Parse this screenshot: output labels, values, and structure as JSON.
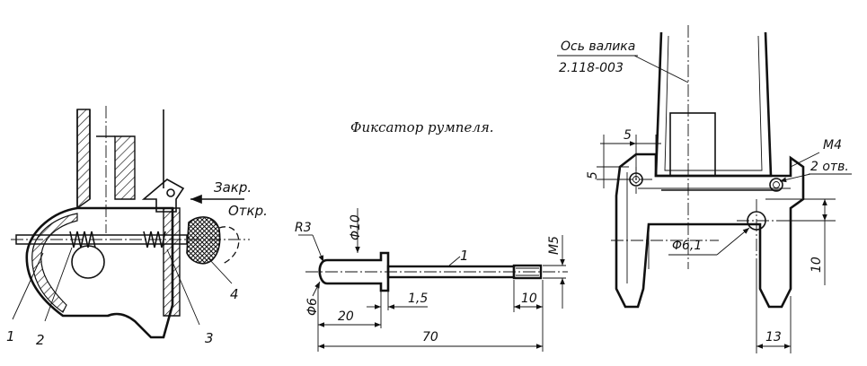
{
  "title": "Фиксатор румпеля.",
  "left_view": {
    "callouts": [
      "1",
      "2",
      "3",
      "4"
    ],
    "label_close": "Закр.",
    "label_open": "Откр."
  },
  "pin": {
    "callout": "1",
    "dims": {
      "radius": "R3",
      "head_dia": "Φ10",
      "shaft_dia": "Φ6",
      "thread": "M5",
      "chamfer": "1,5",
      "head_len": "20",
      "thread_len": "10",
      "total_len": "70"
    }
  },
  "bracket": {
    "axis_label": "Ось валика",
    "axis_ref": "2.118-003",
    "hole_thread": "M4",
    "hole_count": "2 отв.",
    "hole_dia": "Φ6,1",
    "dim_5_h": "5",
    "dim_5_v": "5",
    "dim_10": "10",
    "dim_13": "13"
  }
}
